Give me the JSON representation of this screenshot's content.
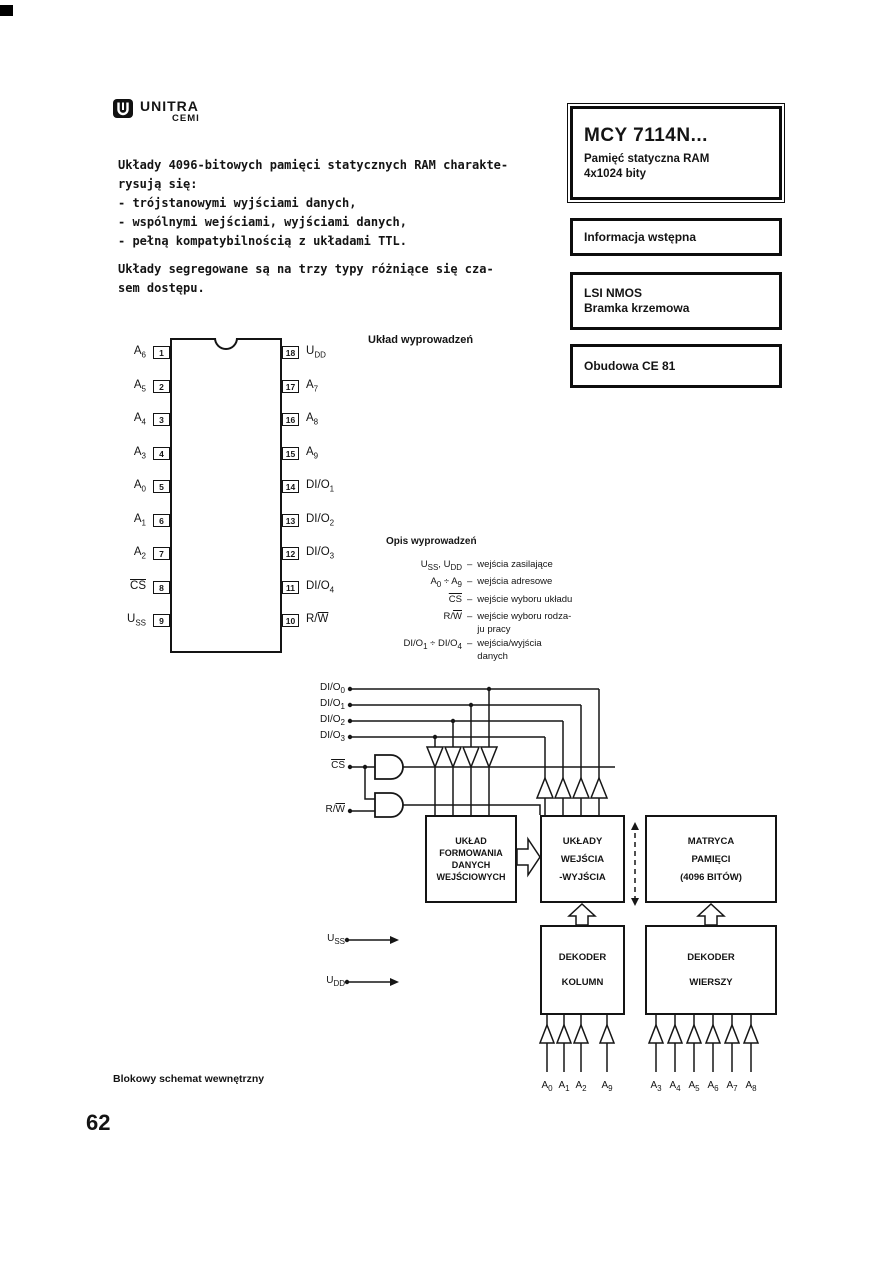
{
  "logo": {
    "brand": "UNITRA",
    "division": "CEMI"
  },
  "header": {
    "part_box": {
      "title": "MCY 7114N...",
      "subtitle1": "Pamięć statyczna RAM",
      "subtitle2": "4x1024 bity"
    },
    "info_box": {
      "label": "Informacja wstępna"
    },
    "tech_box": {
      "line1": "LSI NMOS",
      "line2": "Bramka krzemowa"
    },
    "package_box": {
      "label": "Obudowa CE 81"
    }
  },
  "intro": {
    "lines": [
      "Układy 4096-bitowych pamięci statycznych RAM charakte-",
      "rysują się:",
      "- trójstanowymi wyjściami danych,",
      "- wspólnymi wejściami, wyjściami danych,",
      "- pełną kompatybilnością z układami TTL.",
      "Układy segregowane są na trzy typy różniące się  cza-",
      "sem dostępu."
    ]
  },
  "pinout": {
    "title": "Układ wyprowadzeń",
    "left": [
      {
        "num": "1",
        "pre": "A",
        "sub": "6"
      },
      {
        "num": "2",
        "pre": "A",
        "sub": "5"
      },
      {
        "num": "3",
        "pre": "A",
        "sub": "4"
      },
      {
        "num": "4",
        "pre": "A",
        "sub": "3"
      },
      {
        "num": "5",
        "pre": "A",
        "sub": "0"
      },
      {
        "num": "6",
        "pre": "A",
        "sub": "1"
      },
      {
        "num": "7",
        "pre": "A",
        "sub": "2"
      },
      {
        "num": "8",
        "ov": "CS"
      },
      {
        "num": "9",
        "pre": "U",
        "sub": "SS"
      }
    ],
    "right": [
      {
        "num": "18",
        "pre": "U",
        "sub": "DD"
      },
      {
        "num": "17",
        "pre": "A",
        "sub": "7"
      },
      {
        "num": "16",
        "pre": "A",
        "sub": "8"
      },
      {
        "num": "15",
        "pre": "A",
        "sub": "9"
      },
      {
        "num": "14",
        "pre": "DI/O",
        "sub": "1"
      },
      {
        "num": "13",
        "pre": "DI/O",
        "sub": "2"
      },
      {
        "num": "12",
        "pre": "DI/O",
        "sub": "3"
      },
      {
        "num": "11",
        "pre": "DI/O",
        "sub": "4"
      },
      {
        "num": "10",
        "pre": "R/",
        "ov": "W"
      }
    ]
  },
  "pin_desc": {
    "title": "Opis wyprowadzeń",
    "dash": "–",
    "rows": [
      {
        "p1": "U",
        "s1": "SS",
        "p2": ", U",
        "s2": "DD",
        "d1": "wejścia zasilające"
      },
      {
        "p1": "A",
        "s1": "0",
        "p2": " ÷ A",
        "s2": "9",
        "d1": "wejścia adresowe"
      },
      {
        "ov": "CS",
        "d1": "wejście wyboru układu"
      },
      {
        "p1": "R/",
        "ov": "W",
        "d1": "wejście wyboru rodza-",
        "d2": "ju pracy"
      },
      {
        "p1": "DI/O",
        "s1": "1",
        "p2": " ÷ DI/O",
        "s2": "4",
        "d1": "wejścia/wyjścia",
        "d2": "danych"
      }
    ]
  },
  "block": {
    "caption": "Blokowy schemat wewnętrzny",
    "signals": {
      "dio0": {
        "p": "DI/O",
        "s": "0"
      },
      "dio1": {
        "p": "DI/O",
        "s": "1"
      },
      "dio2": {
        "p": "DI/O",
        "s": "2"
      },
      "dio3": {
        "p": "DI/O",
        "s": "3"
      },
      "cs": {
        "ov": "CS"
      },
      "rw": {
        "p": "R/",
        "ov": "W"
      },
      "uss": {
        "p": "U",
        "s": "SS"
      },
      "udd": {
        "p": "U",
        "s": "DD"
      }
    },
    "boxes": {
      "former": {
        "l1": "UKŁAD",
        "l2": "FORMOWANIA",
        "l3": "DANYCH",
        "l4": "WEJŚCIOWYCH"
      },
      "io": {
        "l1": "UKŁADY",
        "l2": "WEJŚCIA",
        "l3": "-WYJŚCIA"
      },
      "matrix": {
        "l1": "MATRYCA",
        "l2": "PAMIĘCI",
        "l3": "(4096 BITÓW)"
      },
      "col_decoder": {
        "l1": "DEKODER",
        "l2": "KOLUMN"
      },
      "row_decoder": {
        "l1": "DEKODER",
        "l2": "WIERSZY"
      }
    },
    "addr_cols": [
      {
        "p": "A",
        "s": "0"
      },
      {
        "p": "A",
        "s": "1"
      },
      {
        "p": "A",
        "s": "2"
      },
      {
        "p": "A",
        "s": "9"
      }
    ],
    "addr_rows": [
      {
        "p": "A",
        "s": "3"
      },
      {
        "p": "A",
        "s": "4"
      },
      {
        "p": "A",
        "s": "5"
      },
      {
        "p": "A",
        "s": "6"
      },
      {
        "p": "A",
        "s": "7"
      },
      {
        "p": "A",
        "s": "8"
      }
    ]
  },
  "page": {
    "number": "62"
  }
}
